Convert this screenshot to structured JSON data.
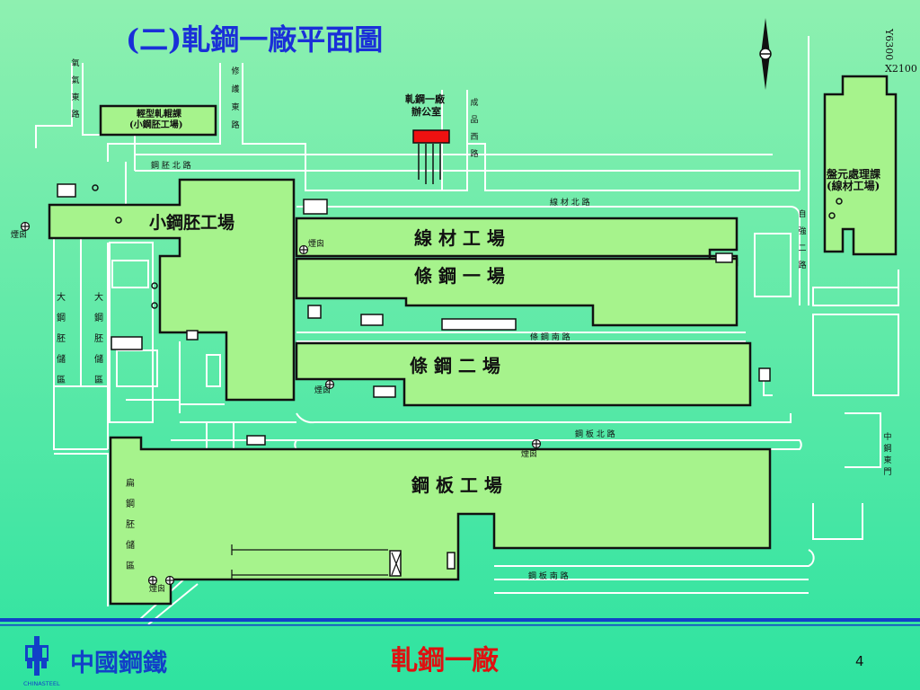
{
  "page": {
    "title": "(二)軋鋼一廠平面圖",
    "footer_title": "軋鋼一廠",
    "page_number": "4",
    "logo_text": "中國鋼鐵",
    "logo_sub": "CHINASTEEL"
  },
  "coord": {
    "line1": "Y6300",
    "line2": "X2100"
  },
  "colors": {
    "bg_top": "#8ef0b0",
    "bg_bottom": "#2ee3a0",
    "building": "#a6f38c",
    "line": "#111111",
    "road": "#ffffff",
    "office": "#ee1111",
    "title": "#1a2fd8",
    "footer": "#e01010",
    "bar": "#1240c8"
  },
  "buildings": {
    "small_billet": "小鋼胚工場",
    "wire_mill": "線 材 工 場",
    "bar_mill_1": "條 鋼 一 場",
    "bar_mill_2": "條 鋼 二 場",
    "plate_mill": "鋼 板 工 場",
    "light_roll": "輕型軋輥課",
    "light_roll_sub": "(小鋼胚工場)",
    "coil_sec": "盤元處理課",
    "coil_sec_sub": "(線材工場)",
    "office_line1": "軋鋼一廠",
    "office_line2": "辦公室"
  },
  "roads": {
    "oxygen_east": "氧氣東路",
    "repair_east": "修護東路",
    "product_west": "成品西路",
    "billet_north": "鋼 胚 北 路",
    "wire_north": "線 材 北 路",
    "zi_qiang": "自強二路",
    "bar_south": "條 鋼 南 路",
    "plate_north": "鋼 板 北 路",
    "plate_south": "鋼 板 南 路",
    "east_gate": "中鋼東門"
  },
  "storage": {
    "big_billet_1": "大鋼胚儲區",
    "big_billet_2": "大鋼胚儲區",
    "flat_billet": "扁鋼胚儲區"
  },
  "chimney": {
    "c1": "煙囪",
    "c2": "煙囪",
    "c3": "煙囪",
    "c4": "煙囪",
    "c5": "煙囪"
  }
}
